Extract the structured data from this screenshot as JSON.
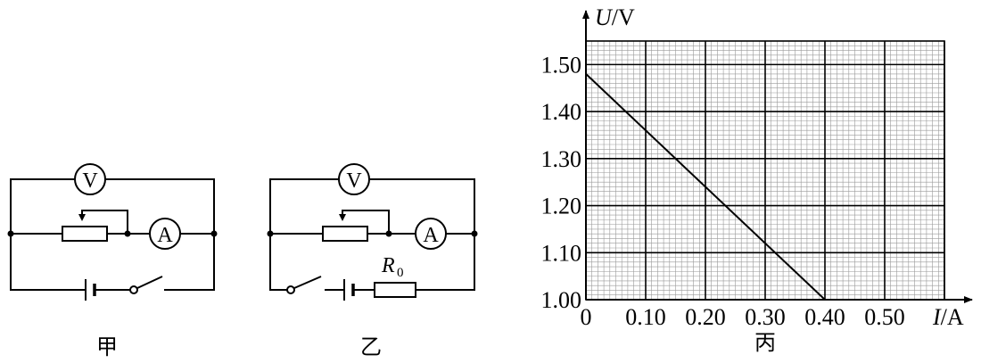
{
  "circuits": {
    "jia": {
      "caption": "甲",
      "voltmeter": "V",
      "ammeter": "A"
    },
    "yi": {
      "caption": "乙",
      "voltmeter": "V",
      "ammeter": "A",
      "resistor_symbol": "R",
      "resistor_subscript": "0"
    }
  },
  "chart_data": {
    "type": "line",
    "caption": "丙",
    "ylabel_italic": "U",
    "ylabel_unit": "/V",
    "xlabel_italic": "I",
    "xlabel_unit": "/A",
    "x_ticks": [
      "0",
      "0.10",
      "0.20",
      "0.30",
      "0.40",
      "0.50"
    ],
    "y_ticks": [
      "1.00",
      "1.10",
      "1.20",
      "1.30",
      "1.40",
      "1.50"
    ],
    "xlim": [
      0,
      0.6
    ],
    "ylim": [
      1.0,
      1.55
    ],
    "grid": true,
    "series": [
      {
        "points": [
          [
            0,
            1.48
          ],
          [
            0.4,
            1.0
          ]
        ]
      }
    ]
  }
}
